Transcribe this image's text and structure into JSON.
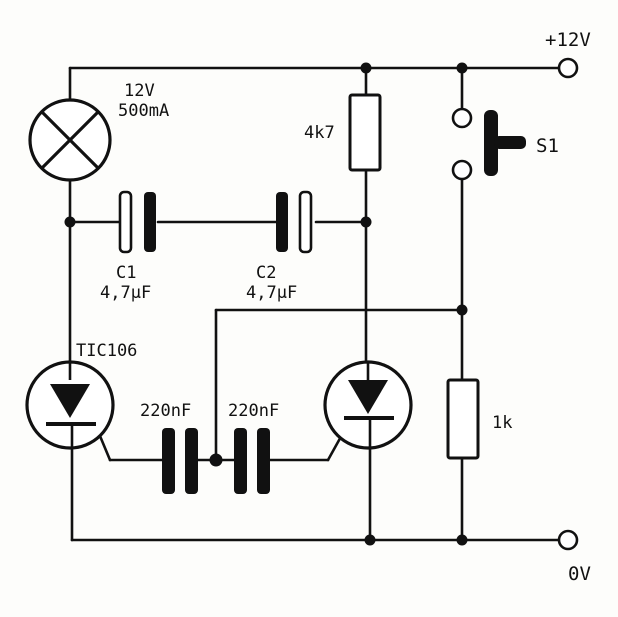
{
  "labels": {
    "supply_pos": "+12V",
    "supply_gnd": "0V",
    "lamp_voltage": "12V",
    "lamp_current": "500mA",
    "r1_value": "4k7",
    "switch_name": "S1",
    "c1_name": "C1",
    "c1_value": "4,7µF",
    "c2_name": "C2",
    "c2_value": "4,7µF",
    "scr1_name": "TIC106",
    "c3_value": "220nF",
    "c4_value": "220nF",
    "r2_value": "1k"
  }
}
